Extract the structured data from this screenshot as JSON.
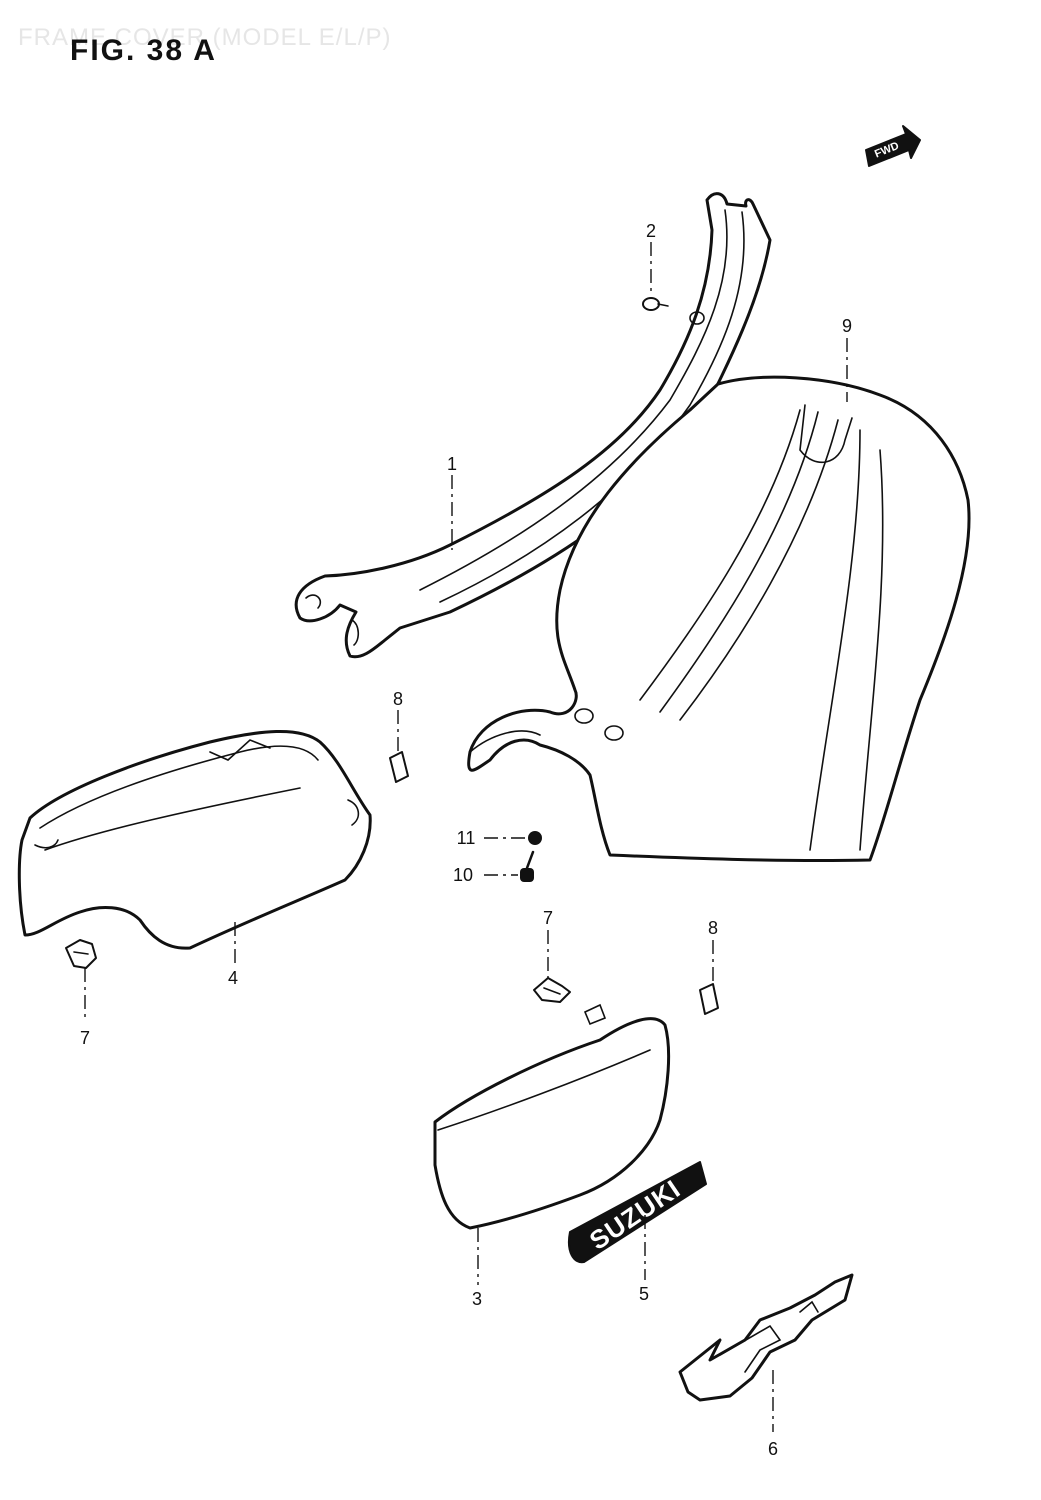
{
  "header": {
    "faint_title": "FRAME COVER (MODEL E/L/P)",
    "figure_title": "FIG. 38 A"
  },
  "direction_badge": {
    "text": "FWD"
  },
  "decal": {
    "text": "SUZUKI"
  },
  "callouts": {
    "c1": "1",
    "c2": "2",
    "c3": "3",
    "c4": "4",
    "c5": "5",
    "c6": "6",
    "c7a": "7",
    "c7b": "7",
    "c8a": "8",
    "c8b": "8",
    "c9": "9",
    "c10": "10",
    "c11": "11"
  }
}
